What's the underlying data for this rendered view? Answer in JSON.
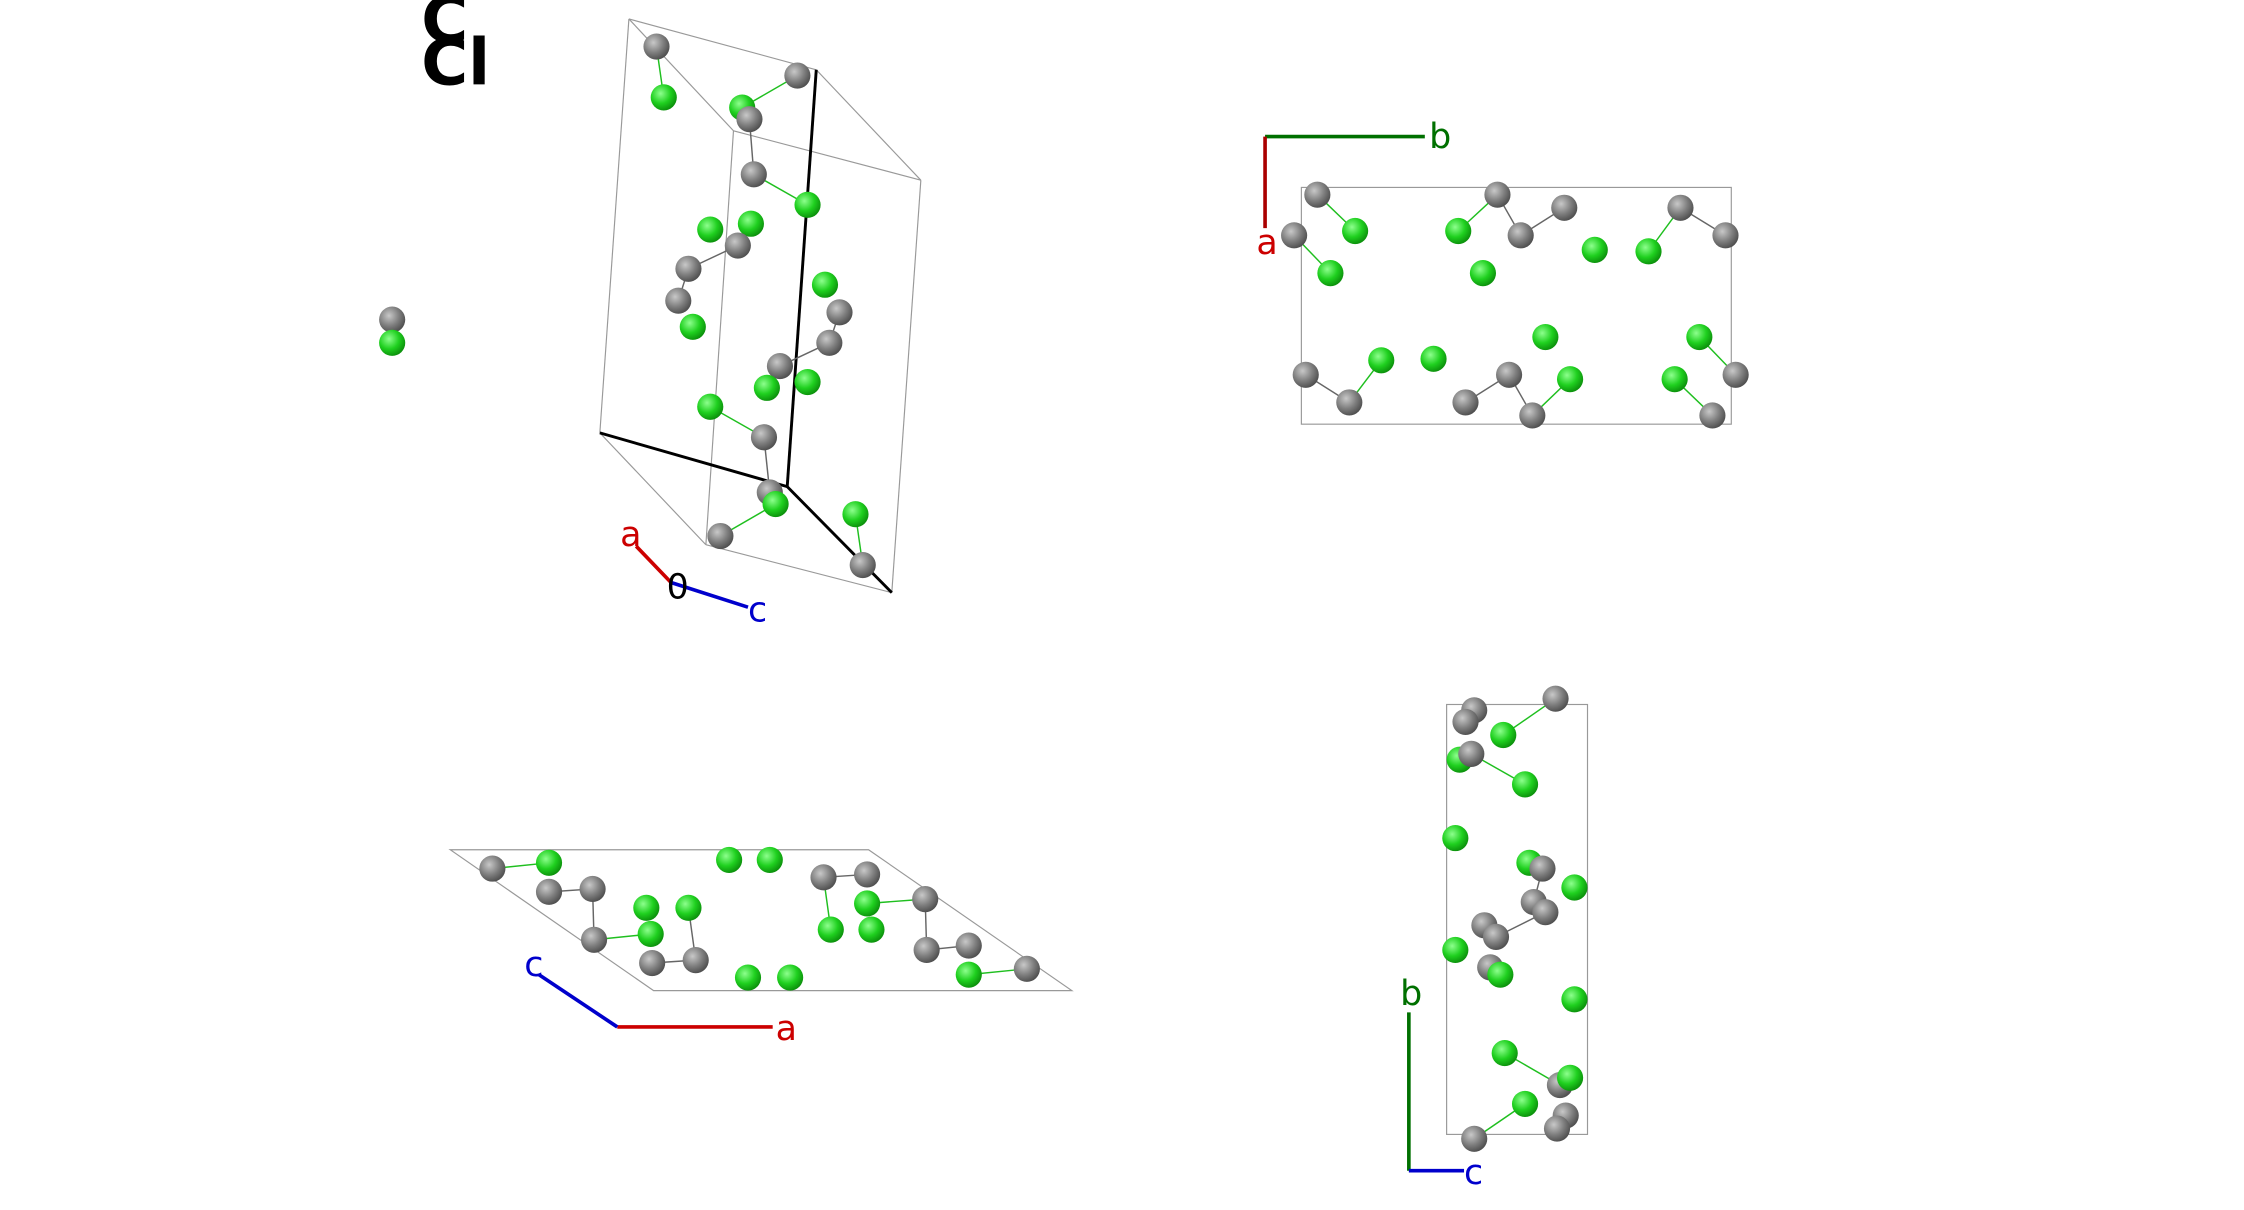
{
  "legend": {
    "elements": [
      {
        "symbol": "C",
        "color": "#808080"
      },
      {
        "symbol": "Cl",
        "color": "#1fdf1f"
      }
    ]
  },
  "views": [
    {
      "name": "perspective-view",
      "axes": {
        "a": "a",
        "c": "c",
        "origin": "0"
      }
    },
    {
      "name": "top-view-ab",
      "axes": {
        "b": "b",
        "a": "a"
      }
    },
    {
      "name": "front-view-ac",
      "axes": {
        "c": "c",
        "a": "a"
      }
    },
    {
      "name": "side-view-bc",
      "axes": {
        "b": "b",
        "c": "c"
      }
    }
  ],
  "colors": {
    "carbon": "#808080",
    "chlorine": "#1fdf1f",
    "axis_a": "#cc0000",
    "axis_b": "#007000",
    "axis_c": "#0000cc",
    "cell_edge": "#999999"
  }
}
